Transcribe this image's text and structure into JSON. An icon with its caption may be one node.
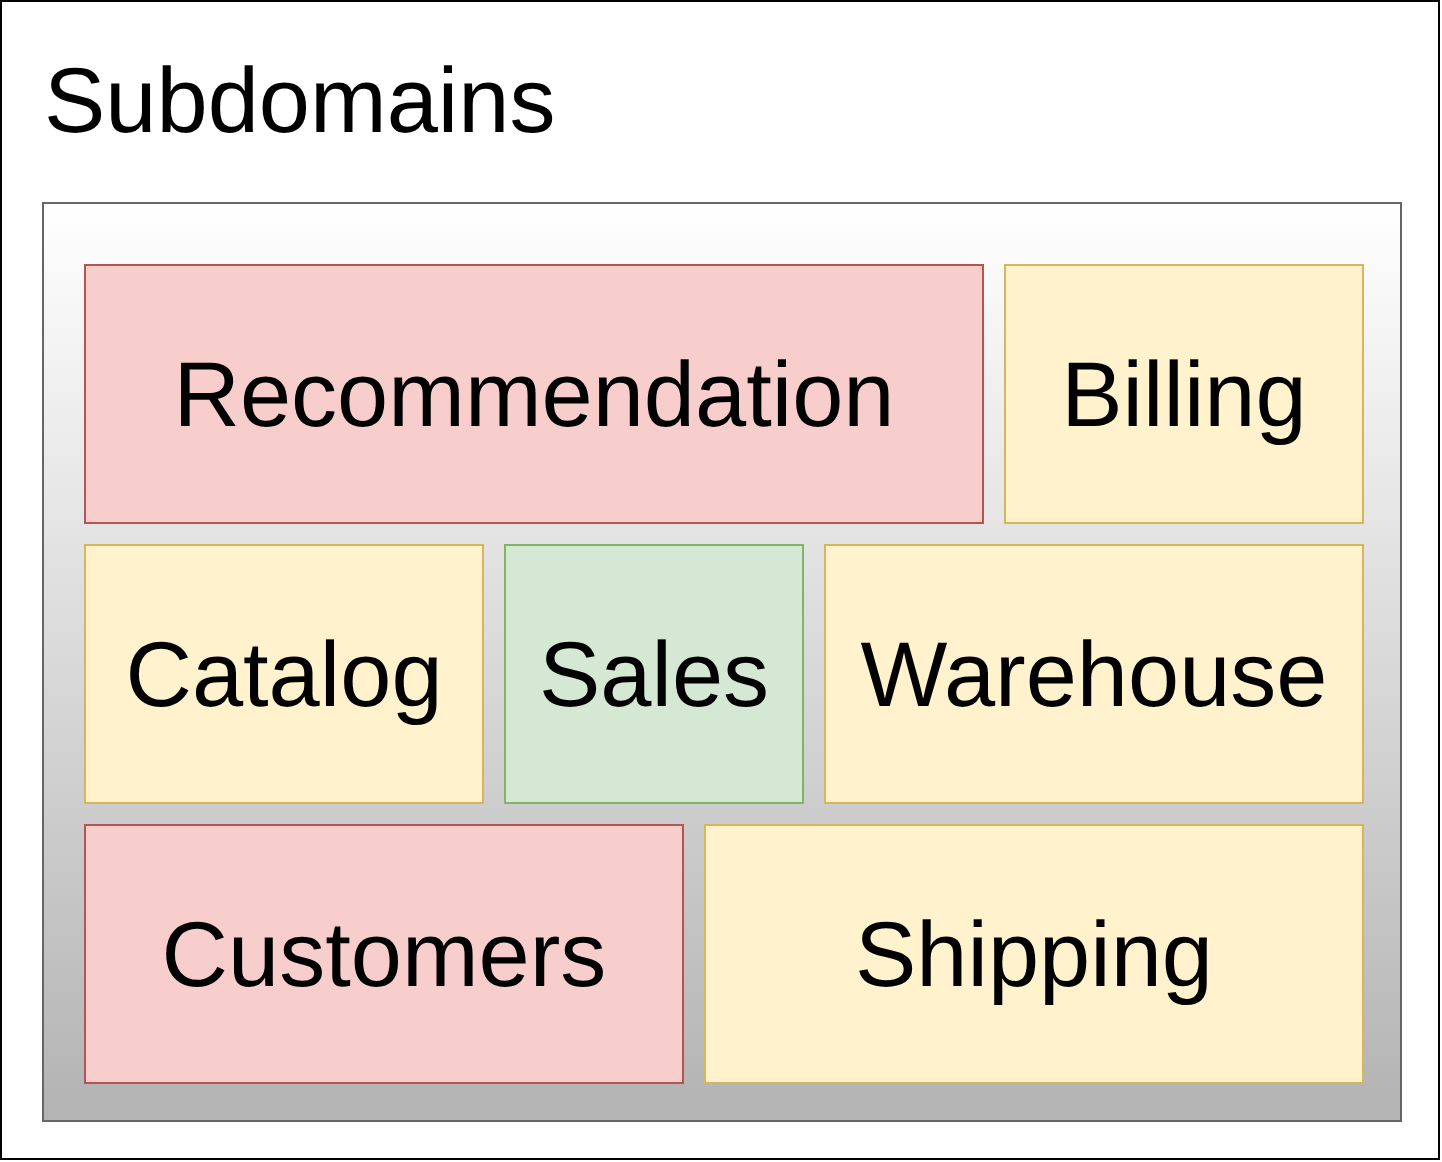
{
  "diagram": {
    "nodes": [
      {
        "text": [
          "Subdomains"
        ]
      },
      {
        "text": [],
        "shape": "box",
        "in": 0
      },
      {
        "text": [
          "Recommendation"
        ],
        "in": 1
      },
      {
        "text": [
          "Billing"
        ],
        "in": 1
      },
      {
        "text": [
          "Catalog"
        ],
        "in": 1
      },
      {
        "text": [
          "Sales"
        ],
        "in": 1
      },
      {
        "text": [
          "Warehouse"
        ],
        "in": 1
      },
      {
        "text": [
          "Customers"
        ],
        "in": 1
      },
      {
        "text": [
          "Shipping"
        ],
        "in": 1
      }
    ]
  }
}
